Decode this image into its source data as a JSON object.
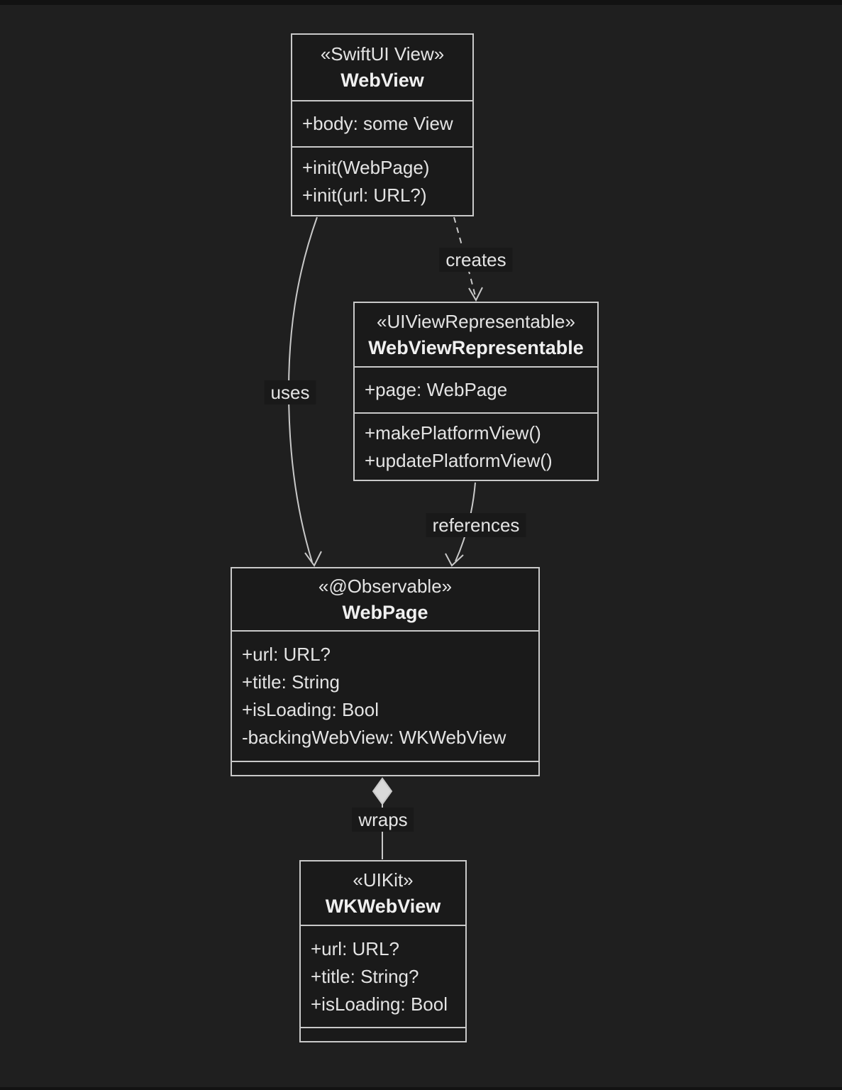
{
  "diagram_type": "uml-class-diagram",
  "classes": [
    {
      "stereotype": "«SwiftUI View»",
      "name": "WebView",
      "attributes": [
        "+body: some View"
      ],
      "methods": [
        "+init(WebPage)",
        "+init(url: URL?)"
      ]
    },
    {
      "stereotype": "«UIViewRepresentable»",
      "name": "WebViewRepresentable",
      "attributes": [
        "+page: WebPage"
      ],
      "methods": [
        "+makePlatformView()",
        "+updatePlatformView()"
      ]
    },
    {
      "stereotype": "«@Observable»",
      "name": "WebPage",
      "attributes": [
        "+url: URL?",
        "+title: String",
        "+isLoading: Bool",
        "-backingWebView: WKWebView"
      ],
      "methods": []
    },
    {
      "stereotype": "«UIKit»",
      "name": "WKWebView",
      "attributes": [
        "+url: URL?",
        "+title: String?",
        "+isLoading: Bool"
      ],
      "methods": []
    }
  ],
  "edges": [
    {
      "label": "creates",
      "from": "WebView",
      "to": "WebViewRepresentable",
      "line": "dashed",
      "end": "open-arrow"
    },
    {
      "label": "uses",
      "from": "WebView",
      "to": "WebPage",
      "line": "solid",
      "end": "open-arrow"
    },
    {
      "label": "references",
      "from": "WebViewRepresentable",
      "to": "WebPage",
      "line": "solid",
      "end": "open-arrow"
    },
    {
      "label": "wraps",
      "from": "WebPage",
      "to": "WKWebView",
      "line": "solid",
      "end": "diamond"
    }
  ],
  "colors": {
    "background": "#1f1f1f",
    "node_fill": "#1a1a1a",
    "node_border": "#c9c9c9",
    "edge_line": "#c9c9c9",
    "diamond_fill": "#d9d9d9",
    "text": "#e8e8e8",
    "label_background": "#191919"
  }
}
